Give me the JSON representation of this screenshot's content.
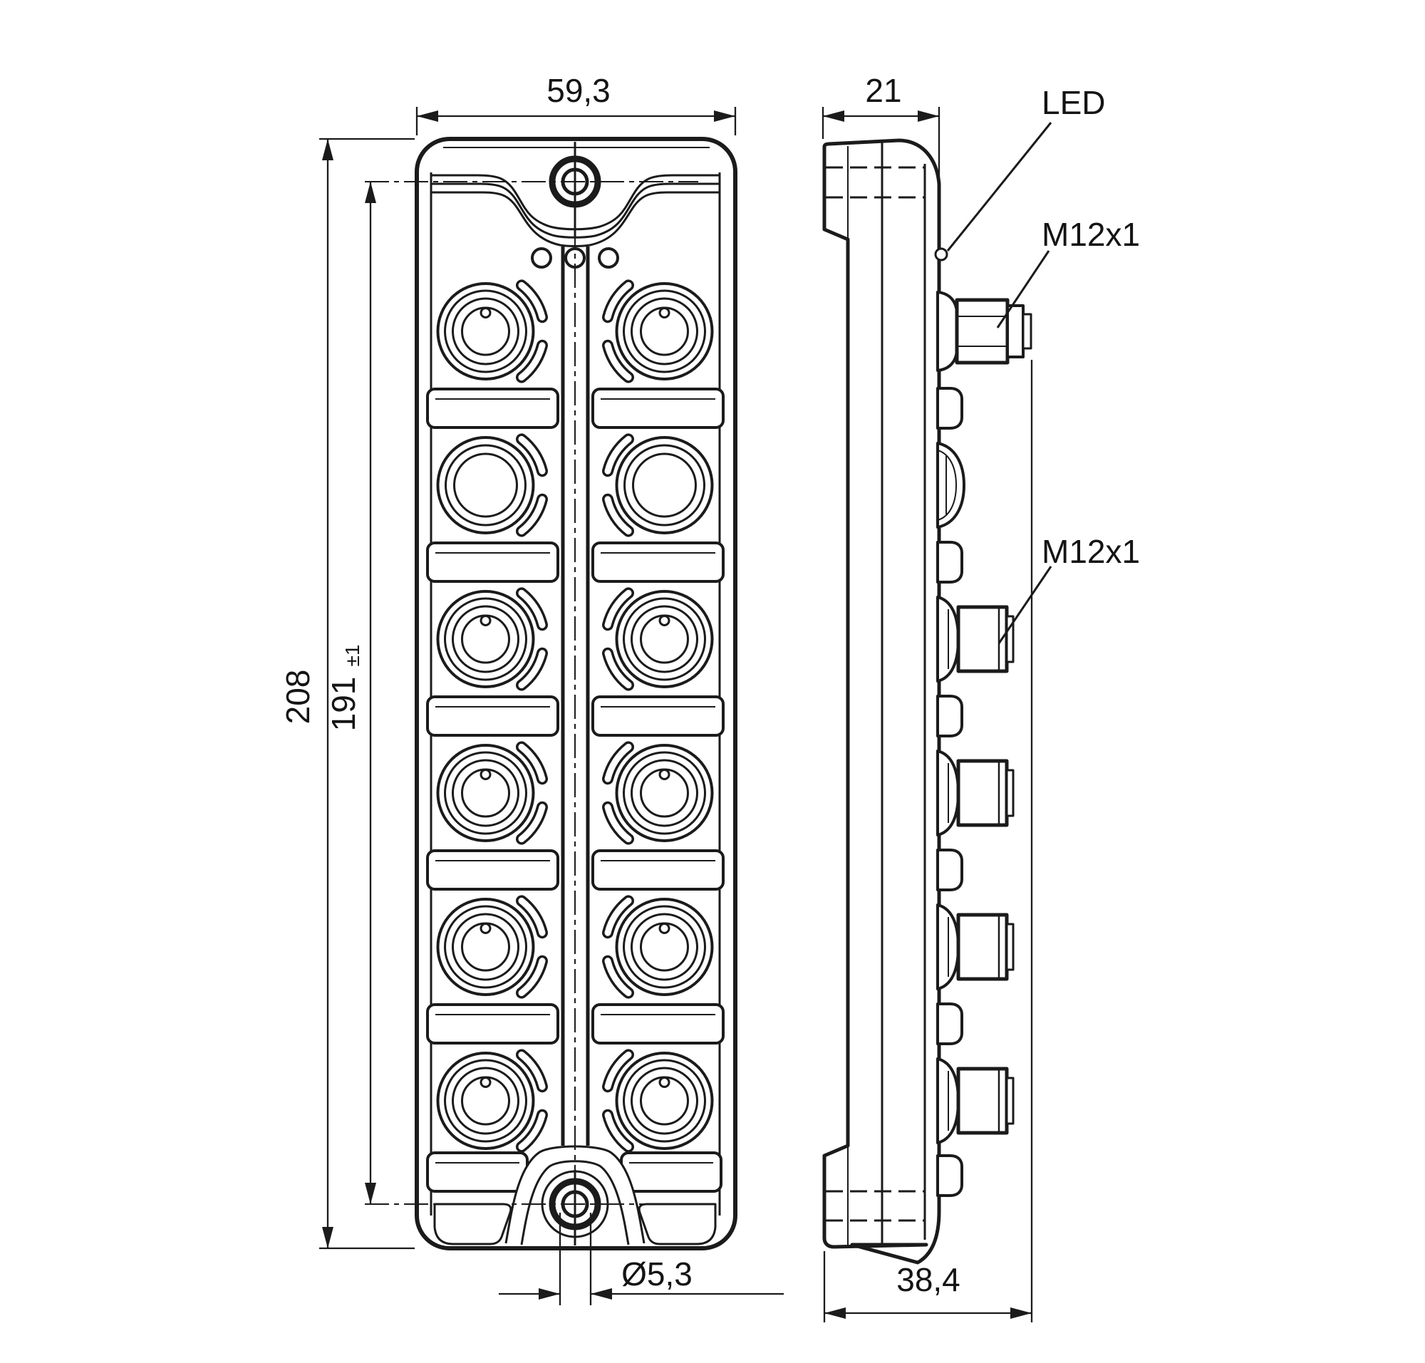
{
  "drawing_labels": {
    "front": {
      "width_mm": "59,3",
      "overall_height_mm": "208",
      "hole_spacing_mm": "191",
      "hole_spacing_tolerance": "±1",
      "mounting_hole_diameter": "Ø5,3"
    },
    "side": {
      "body_depth_mm": "21",
      "total_depth_mm": "38,4"
    },
    "callouts": {
      "led": "LED",
      "connector_top": "M12x1",
      "connector_side": "M12x1"
    }
  }
}
